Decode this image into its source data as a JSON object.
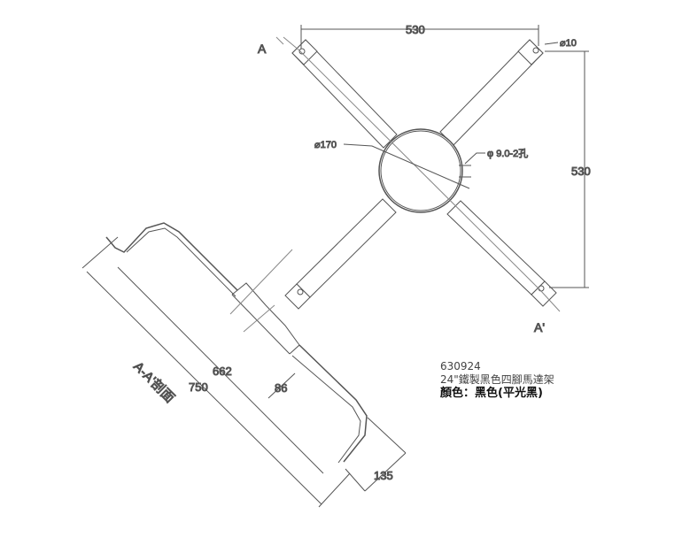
{
  "top_view": {
    "width_dim": "530",
    "height_dim": "530",
    "end_hole_dim": "⌀10",
    "center_dia_dim": "⌀170",
    "hole_note": "φ 9.0-2孔",
    "section_mark_start": "A",
    "section_mark_end": "A'"
  },
  "section_view": {
    "title": "A-A'剖面",
    "dim_overall": "750",
    "dim_inner": "662",
    "dim_tube": "86",
    "dim_height": "135"
  },
  "notes": {
    "part_number": "630924",
    "description": "24\"鐵製黑色四腳馬達架",
    "color_label": "顏色：黑色(平光黑)"
  }
}
